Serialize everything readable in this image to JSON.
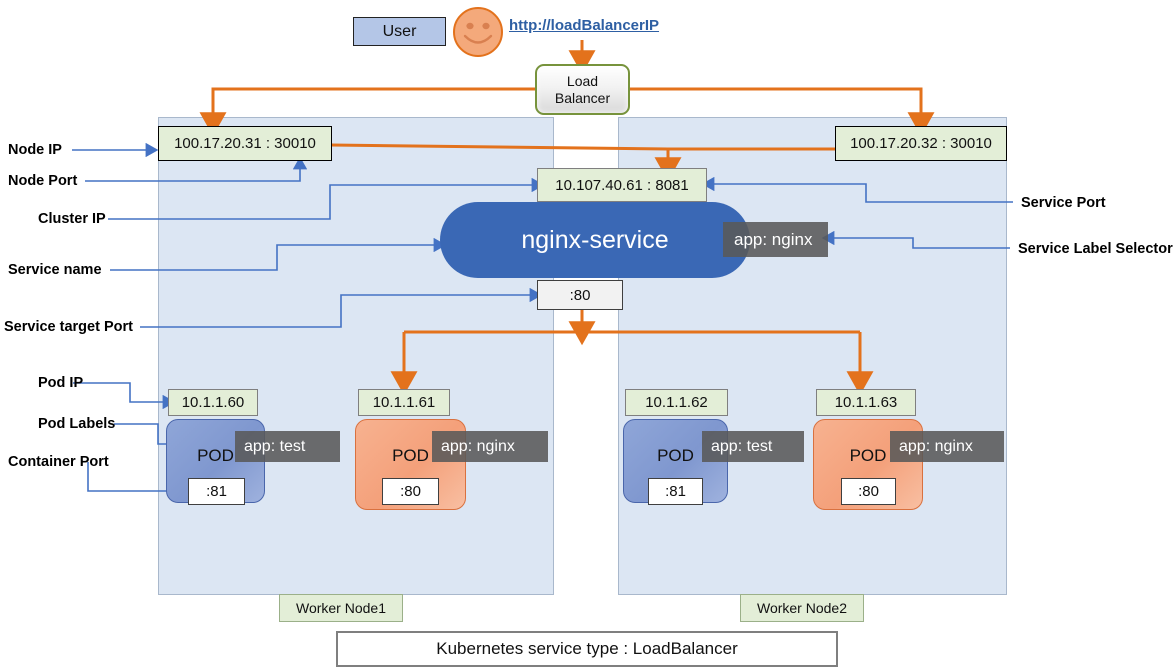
{
  "diagram": {
    "caption": "Kubernetes service type : LoadBalancer",
    "colors": {
      "orange_flow": "#E3721C",
      "blue_connector": "#4472C4",
      "service_blue": "#3A68B5",
      "node_panel": "#DCE6F3",
      "green_box": "#E3EED7",
      "badge_gray": "#595959",
      "pod_blue": "#8FA6D8",
      "pod_orange": "#F4A07A",
      "link_blue": "#2E5FA3",
      "lb_border_green": "#77933C"
    }
  },
  "top": {
    "user_label": "User",
    "url": "http://loadBalancerIP",
    "load_balancer_line1": "Load",
    "load_balancer_line2": "Balancer",
    "smiley_icon": "smiley-face-icon"
  },
  "left_annotations": [
    {
      "label": "Node IP"
    },
    {
      "label": "Node Port"
    },
    {
      "label": "Cluster IP"
    },
    {
      "label": "Service name"
    },
    {
      "label": "Service target Port"
    },
    {
      "label": "Pod IP"
    },
    {
      "label": "Pod Labels"
    },
    {
      "label": "Container Port"
    }
  ],
  "right_annotations": [
    {
      "label": "Service Port"
    },
    {
      "label": "Service Label Selector"
    }
  ],
  "service": {
    "name": "nginx-service",
    "cluster_ip_port": "10.107.40.61 : 8081",
    "target_port": ":80",
    "label_selector": "app: nginx"
  },
  "nodes": [
    {
      "name": "Worker Node1",
      "node_ip_port": "100.17.20.31 : 30010",
      "pods": [
        {
          "ip": "10.1.1.60",
          "title": "POD",
          "label": "app: test",
          "port": ":81",
          "color": "blue"
        },
        {
          "ip": "10.1.1.61",
          "title": "POD",
          "label": "app: nginx",
          "port": ":80",
          "color": "orange"
        }
      ]
    },
    {
      "name": "Worker Node2",
      "node_ip_port": "100.17.20.32 : 30010",
      "pods": [
        {
          "ip": "10.1.1.62",
          "title": "POD",
          "label": "app: test",
          "port": ":81",
          "color": "blue"
        },
        {
          "ip": "10.1.1.63",
          "title": "POD",
          "label": "app: nginx",
          "port": ":80",
          "color": "orange"
        }
      ]
    }
  ]
}
